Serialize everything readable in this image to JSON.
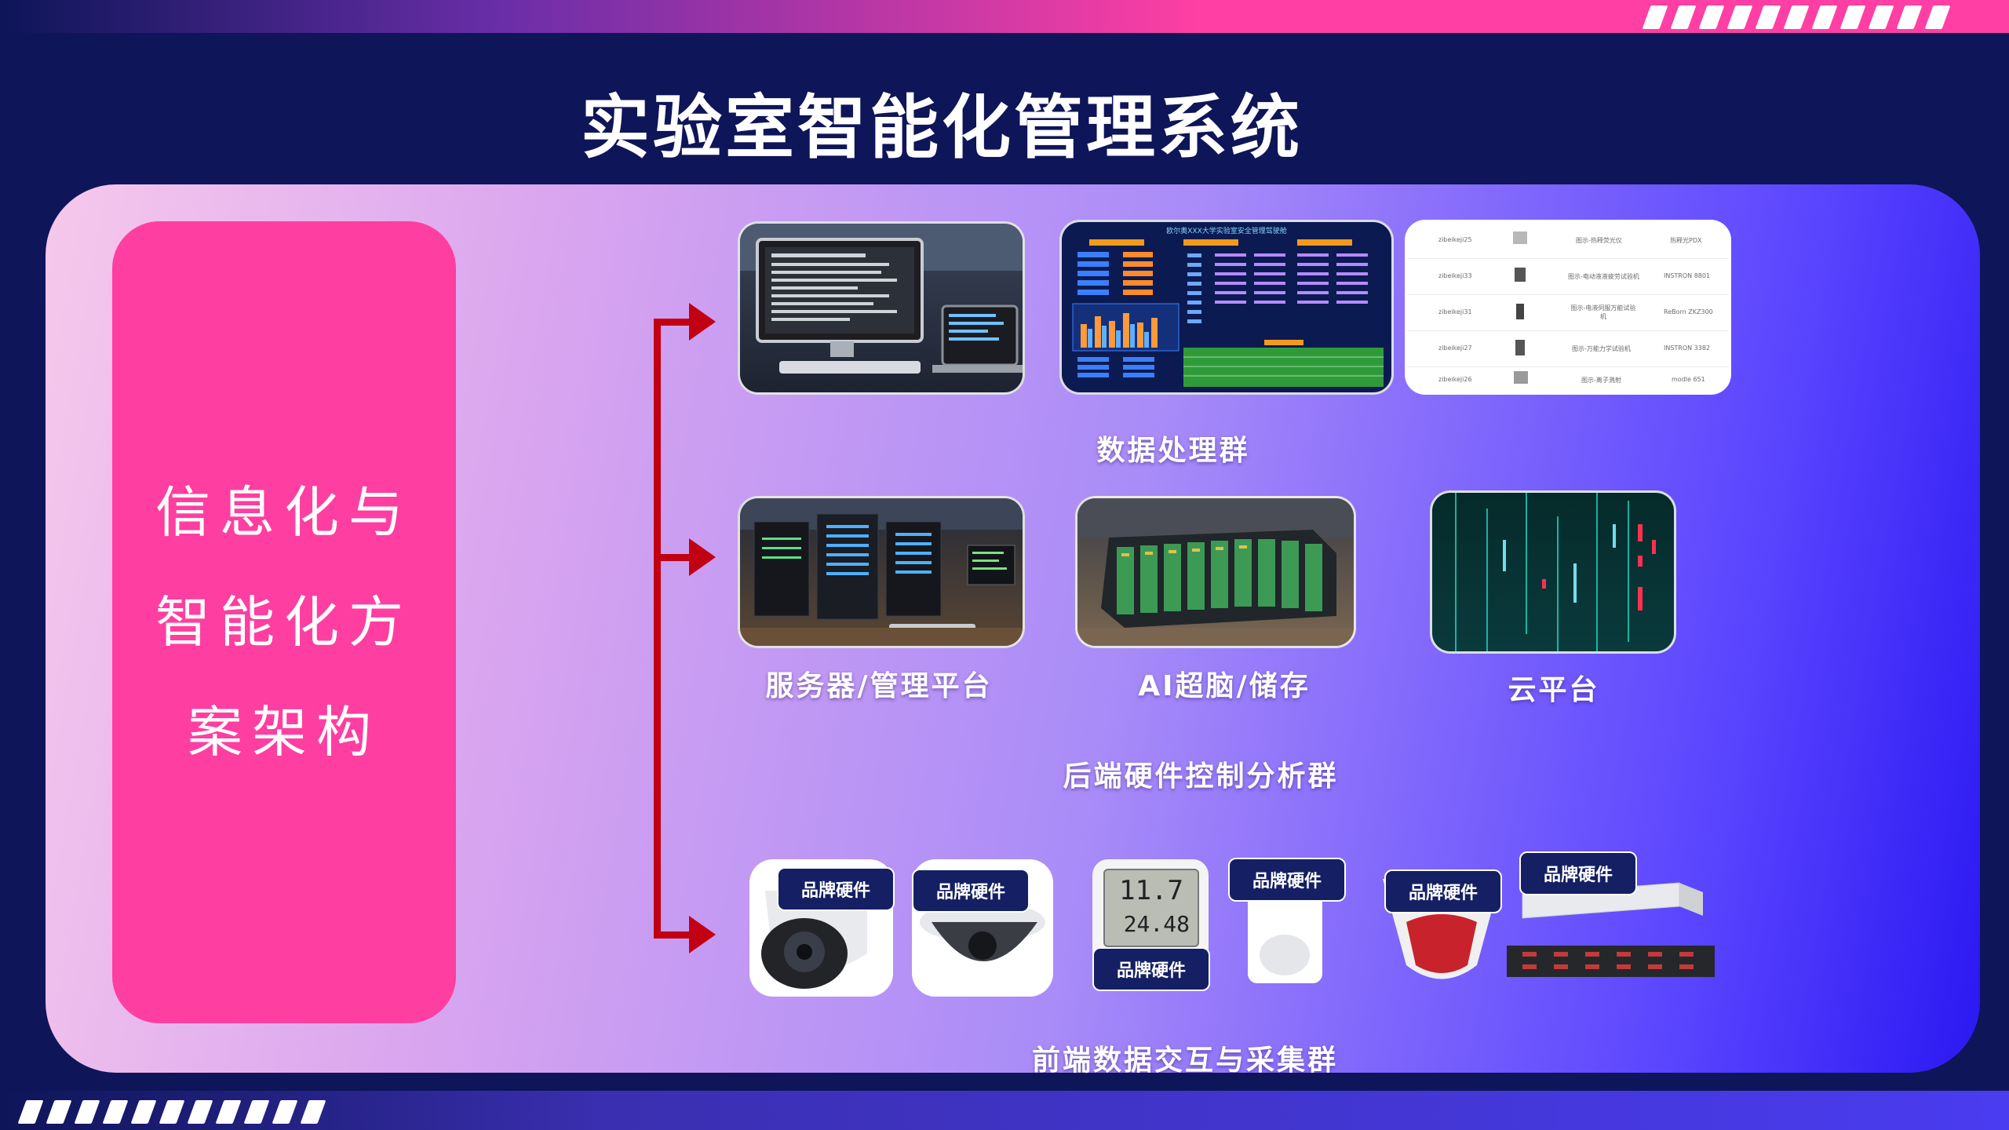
{
  "page": {
    "title": "实验室智能化管理系统",
    "side_card_lines": [
      "信息化与",
      "智能化方",
      "案架构"
    ]
  },
  "groups": {
    "data_processing": "数据处理群",
    "backend": {
      "title": "后端硬件控制分析群",
      "items": [
        "服务器/管理平台",
        "AI超脑/储存",
        "云平台"
      ]
    },
    "frontend": "前端数据交互与采集群"
  },
  "dashboard": {
    "title": "欧尔奥XXX大学实验室安全管理驾驶舱"
  },
  "equipment_table": {
    "rows": [
      {
        "id": "zibeikeji25",
        "name": "图示-热释荧光仪",
        "model": "热释光PDX"
      },
      {
        "id": "zibeikeji33",
        "name": "图示-电动液液疲劳试验机",
        "model": "INSTRON 8801"
      },
      {
        "id": "zibeikeji31",
        "name": "图示-电液伺服万能试验机",
        "model": "ReBorn ZKZ300"
      },
      {
        "id": "zibeikeji27",
        "name": "图示-万能力学试验机",
        "model": "INSTRON 3382"
      },
      {
        "id": "zibeikeji26",
        "name": "图示-离子溅射",
        "model": "modle 651"
      }
    ]
  },
  "brand_tag": "品牌硬件",
  "thermometer": {
    "upper": "11.7",
    "lower": "24.48"
  },
  "colors": {
    "background": "#0e1558",
    "accent_pink": "#ff3ea1",
    "arrow_red": "#c20014",
    "panel_blue": "#2b18f2"
  }
}
